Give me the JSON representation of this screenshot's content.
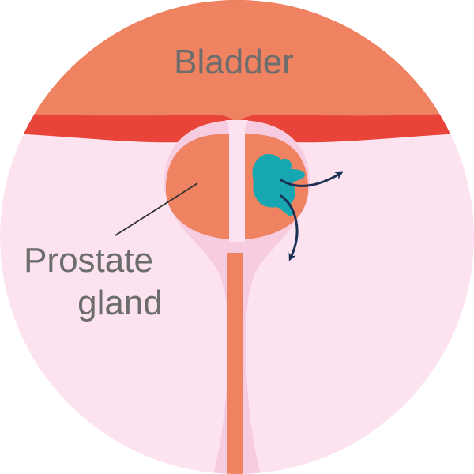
{
  "diagram": {
    "labels": {
      "bladder": "Bladder",
      "prostate_line1": "Prostate",
      "prostate_line2": "gland"
    },
    "colors": {
      "background_tissue": "#fce3ef",
      "bladder": "#ef8260",
      "bladder_rim": "#e8443a",
      "prostate_capsule": "#f7cce0",
      "prostate_lobe": "#ef8260",
      "urethra": "#ef8260",
      "tumor": "#16a7b3",
      "arrows": "#1c2f55",
      "label_text": "#6d6d6d",
      "leader_line": "#333333"
    }
  }
}
